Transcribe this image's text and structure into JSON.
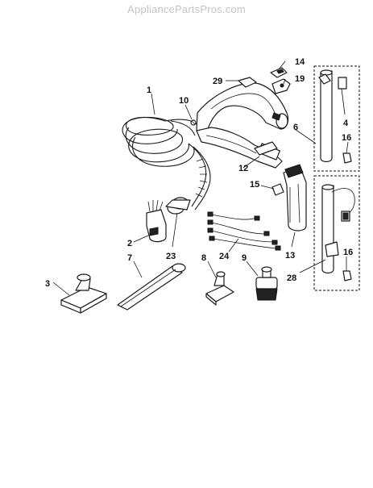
{
  "watermark": "AppliancePartsPros.com",
  "callouts": {
    "c1": "1",
    "c2": "2",
    "c3": "3",
    "c4": "4",
    "c6": "6",
    "c7": "7",
    "c8": "8",
    "c9": "9",
    "c10": "10",
    "c12": "12",
    "c13": "13",
    "c14": "14",
    "c15": "15",
    "c16a": "16",
    "c16b": "16",
    "c19": "19",
    "c23": "23",
    "c24": "24",
    "c28": "28",
    "c29": "29"
  }
}
